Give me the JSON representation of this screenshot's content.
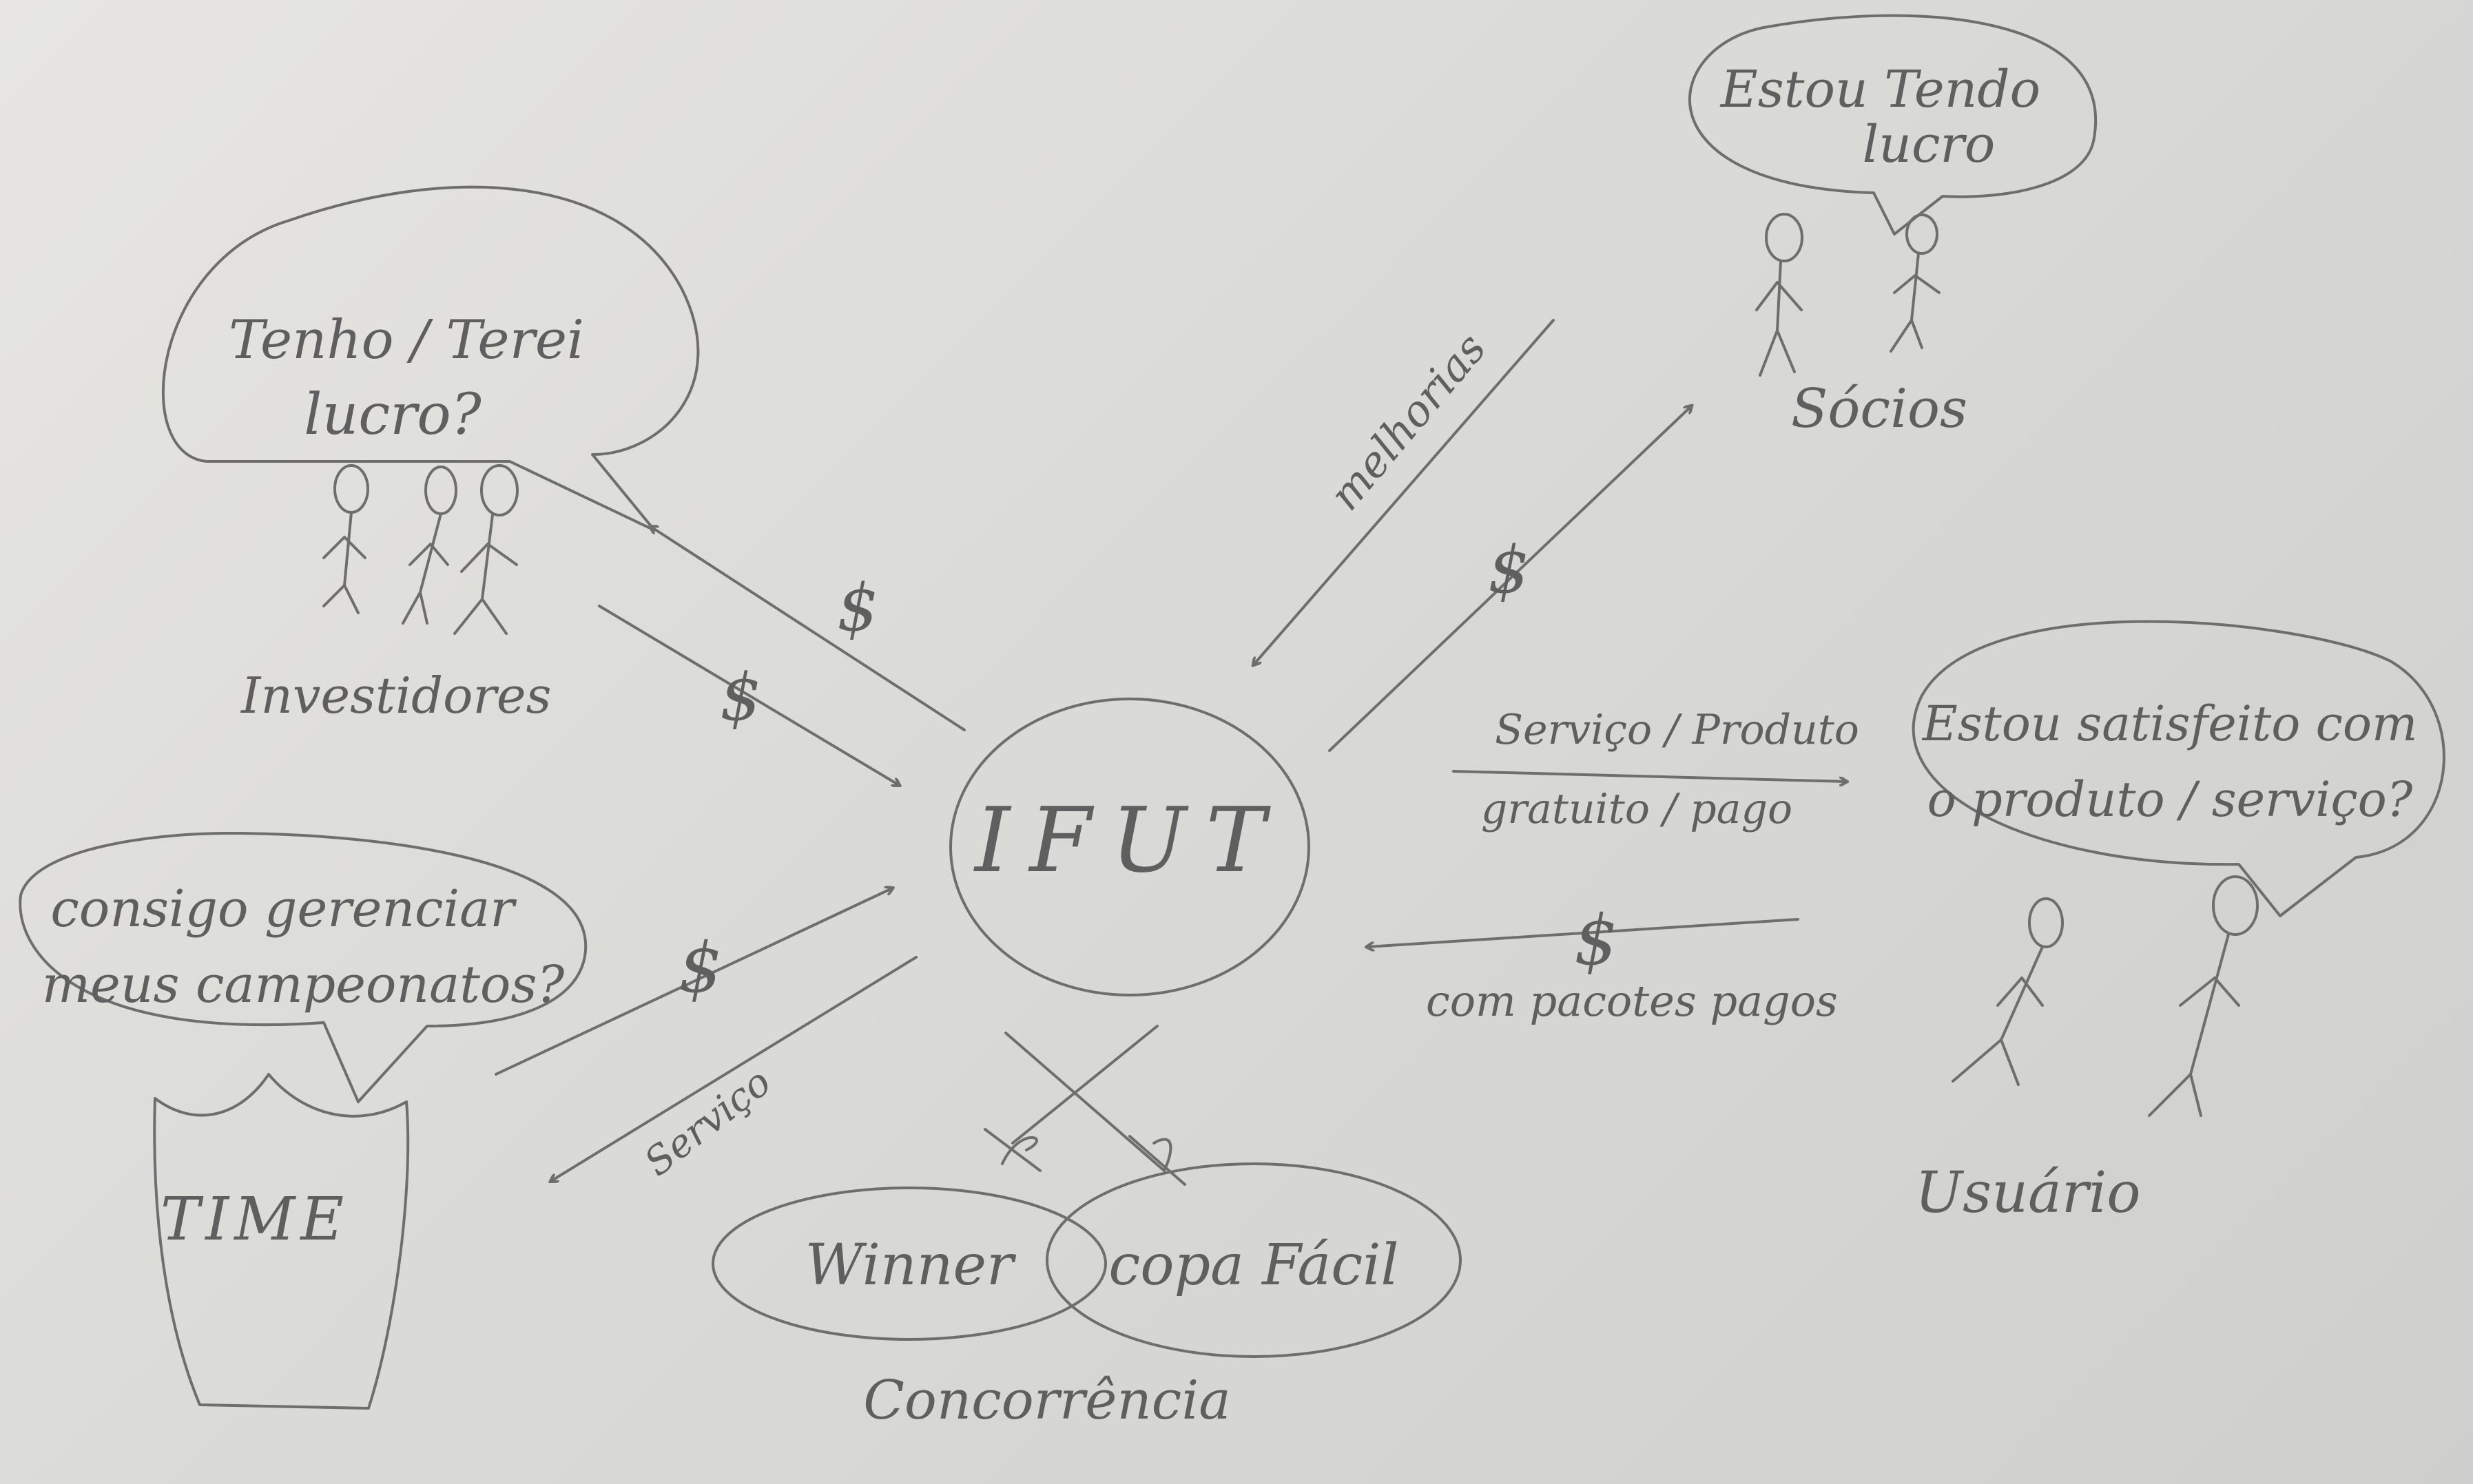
{
  "center": {
    "label": "IFUT"
  },
  "investidores": {
    "speech_line1": "Tenho / Terei",
    "speech_line2": "lucro?",
    "label": "Investidores",
    "money_out": "$",
    "money_in": "$"
  },
  "socios": {
    "speech_line1": "Estou Tendo",
    "speech_line2": "lucro",
    "label": "Sócios",
    "improvements": "melhorias",
    "money": "$"
  },
  "usuario": {
    "speech_line1": "Estou satisfeito com",
    "speech_line2": "o produto / serviço?",
    "label": "Usuário",
    "offer_line1": "Serviço / Produto",
    "offer_line2": "gratuito / pago",
    "money": "$",
    "paid_packages": "com pacotes pagos"
  },
  "time": {
    "speech_line1": "consigo gerenciar",
    "speech_line2": "meus campeonatos?",
    "label": "TIME",
    "money": "$",
    "service": "Serviço"
  },
  "concorrencia": {
    "competitor1": "Winner",
    "competitor2": "copa Fácil",
    "label": "Concorrência"
  }
}
